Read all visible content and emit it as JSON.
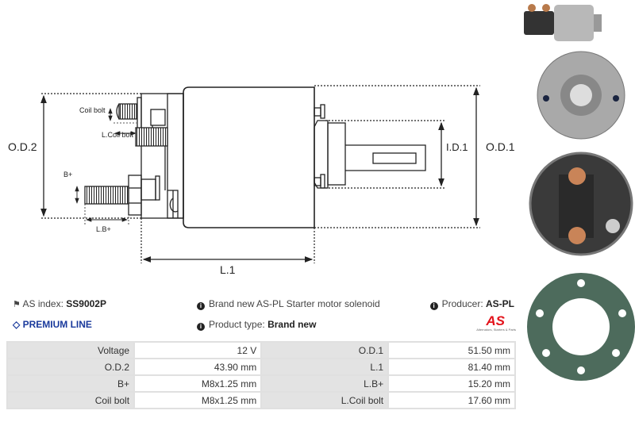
{
  "diagram": {
    "od2": "O.D.2",
    "od1": "O.D.1",
    "id1": "I.D.1",
    "l1": "L.1",
    "coil_bolt": "Coil bolt",
    "l_coil_bolt": "L.Coil bolt",
    "b_plus": "B+",
    "l_b_plus": "L.B+"
  },
  "info": {
    "as_index_label": "AS index:",
    "as_index_value": "SS9002P",
    "premium": "PREMIUM LINE",
    "description": "Brand new AS-PL Starter motor solenoid",
    "product_type_label": "Product type:",
    "product_type_value": "Brand new",
    "producer_label": "Producer:",
    "producer_value": "AS-PL",
    "logo_text": "AS",
    "logo_tagline": "Alternators, Starters & Parts"
  },
  "colors": {
    "premium": "#1a3a9c",
    "logo": "#e3131b",
    "label_bg": "#e3e3e3"
  },
  "specs": [
    {
      "l1": "Voltage",
      "v1": "12 V",
      "l2": "O.D.1",
      "v2": "51.50 mm"
    },
    {
      "l1": "O.D.2",
      "v1": "43.90 mm",
      "l2": "L.1",
      "v2": "81.40 mm"
    },
    {
      "l1": "B+",
      "v1": "M8x1.25 mm",
      "l2": "L.B+",
      "v2": "15.20 mm"
    },
    {
      "l1": "Coil bolt",
      "v1": "M8x1.25 mm",
      "l2": "L.Coil bolt",
      "v2": "17.60 mm"
    }
  ]
}
